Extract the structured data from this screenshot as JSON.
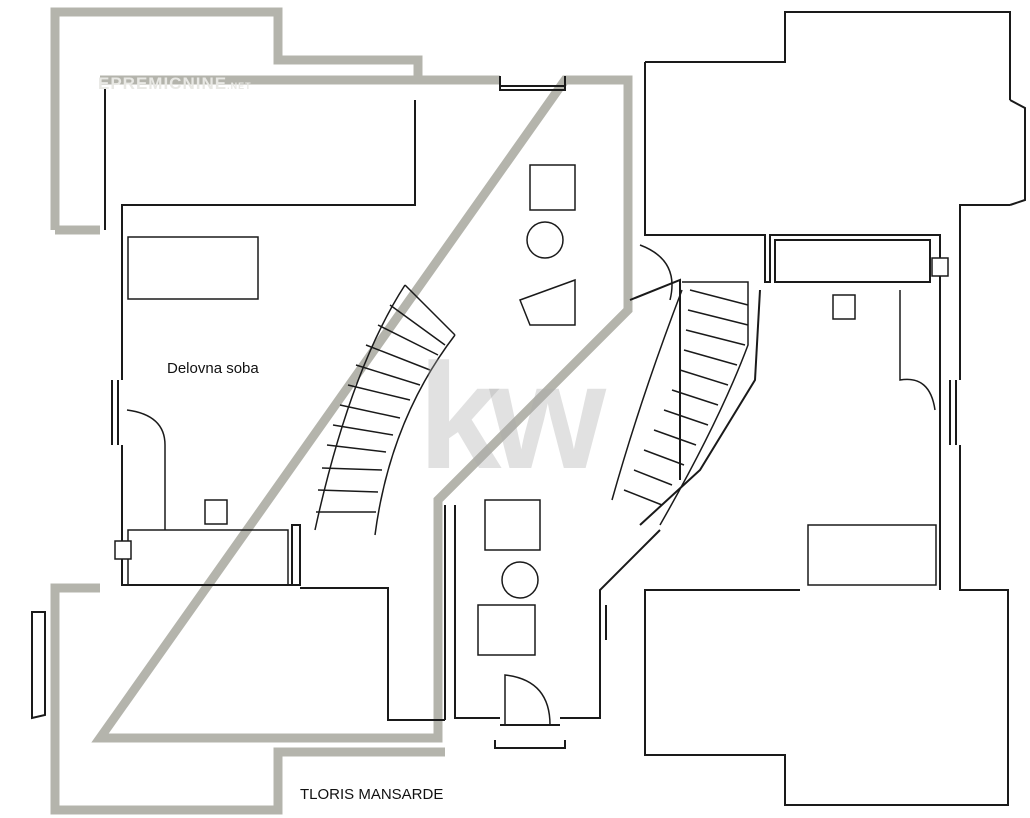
{
  "title": "TLORIS MANSARDE",
  "rooms": [
    {
      "label": "Delovna soba"
    }
  ],
  "watermark": {
    "site": "EPREMICNINE",
    "suffix": ".NET",
    "logo": "kw"
  },
  "colors": {
    "wall_grey": "#b4b4ac",
    "line": "#1a1a1a"
  }
}
